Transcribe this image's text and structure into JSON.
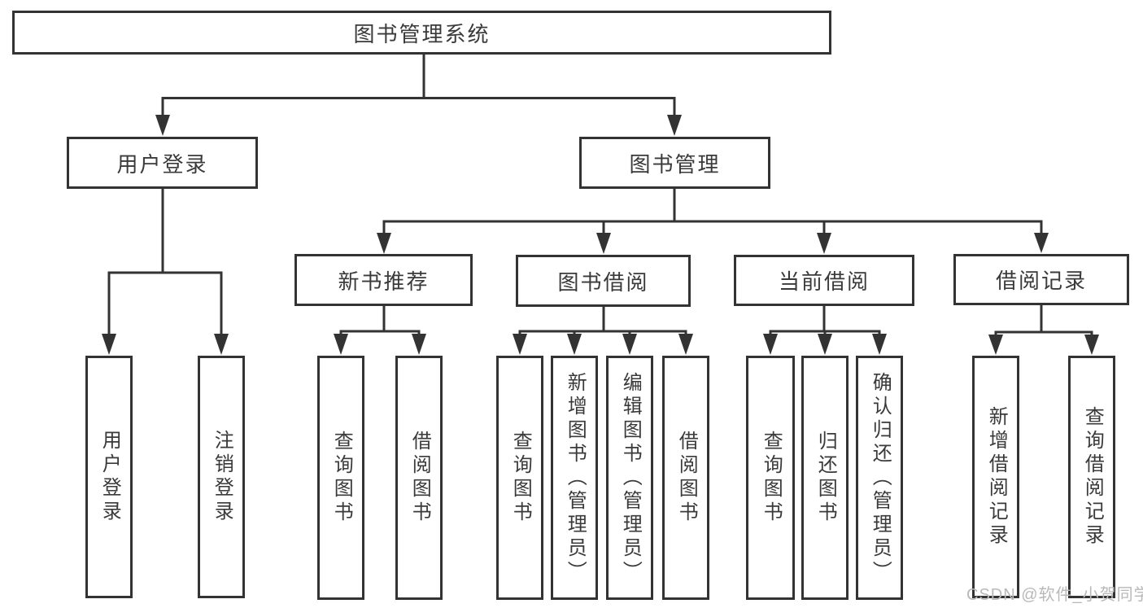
{
  "diagram_title": "图书管理系统",
  "tree": {
    "root": {
      "label": "图书管理系统",
      "children": [
        {
          "label": "用户登录",
          "children": [
            {
              "label": "用户登录"
            },
            {
              "label": "注销登录"
            }
          ]
        },
        {
          "label": "图书管理",
          "children": [
            {
              "label": "新书推荐",
              "children": [
                {
                  "label": "查询图书"
                },
                {
                  "label": "借阅图书"
                }
              ]
            },
            {
              "label": "图书借阅",
              "children": [
                {
                  "label": "查询图书"
                },
                {
                  "label": "新增图书（管理员）"
                },
                {
                  "label": "编辑图书（管理员）"
                },
                {
                  "label": "借阅图书"
                }
              ]
            },
            {
              "label": "当前借阅",
              "children": [
                {
                  "label": "查询图书"
                },
                {
                  "label": "归还图书"
                },
                {
                  "label": "确认归还（管理员）"
                }
              ]
            },
            {
              "label": "借阅记录",
              "children": [
                {
                  "label": "新增借阅记录"
                },
                {
                  "label": "查询借阅记录"
                }
              ]
            }
          ]
        }
      ]
    }
  },
  "watermark": {
    "label": "CSDN @软件_小贺同学"
  },
  "colors": {
    "line": "#333333",
    "box_border": "#333333",
    "text": "#3a3a3a",
    "watermark": "#b9b9b9",
    "background": "#ffffff"
  }
}
